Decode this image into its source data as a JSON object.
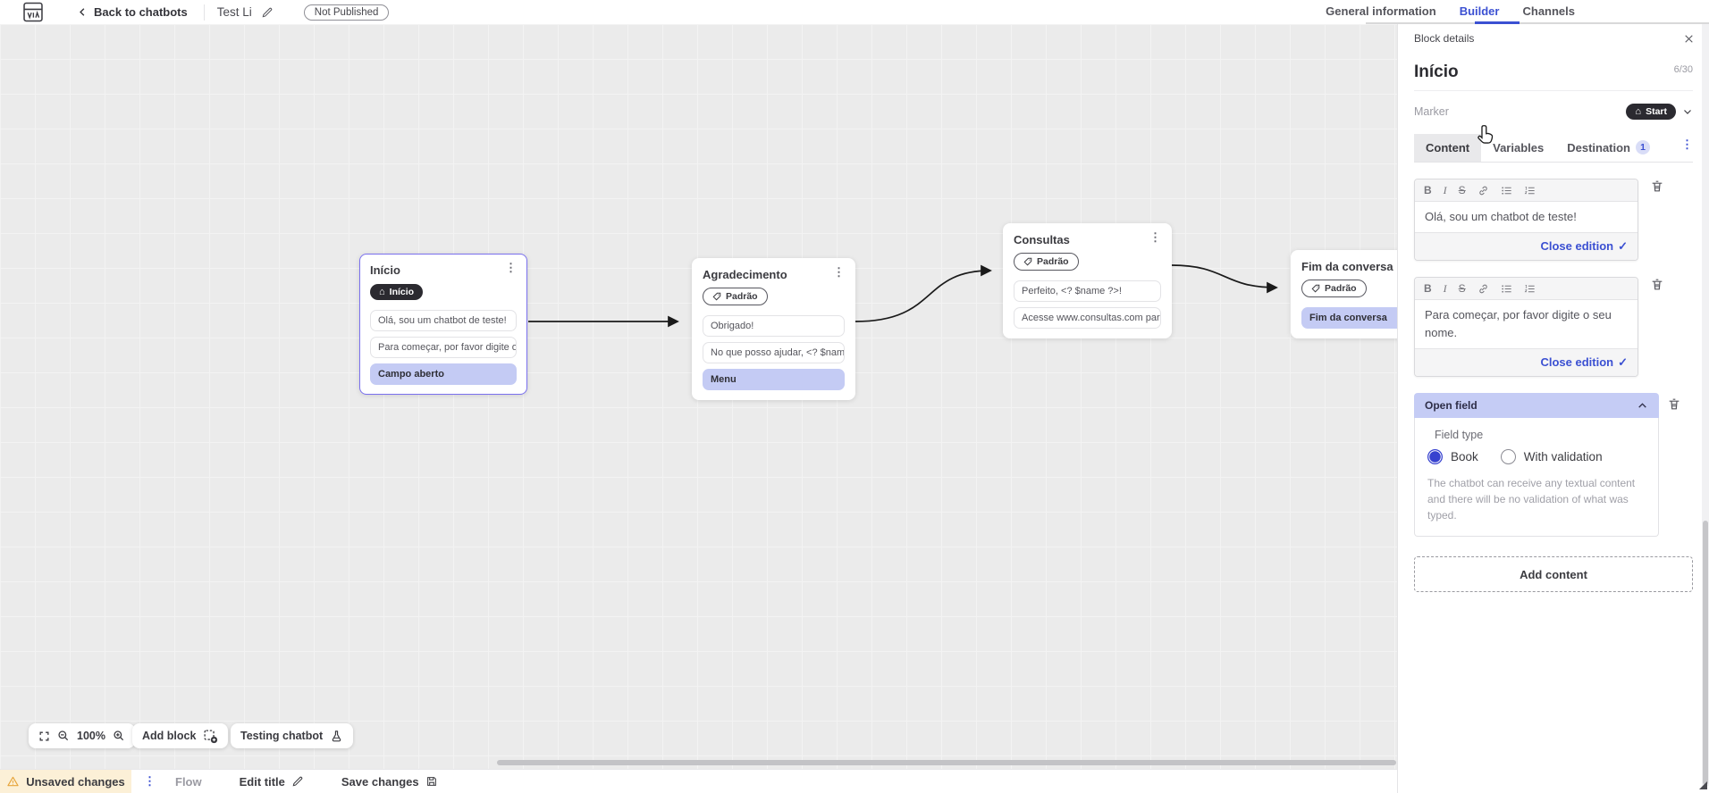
{
  "topbar": {
    "back_label": "Back to chatbots",
    "chatbot_title": "Test Li",
    "status_badge": "Not Published",
    "tabs": {
      "general": "General information",
      "builder": "Builder",
      "channels": "Channels"
    }
  },
  "canvas": {
    "blocks": [
      {
        "title": "Início",
        "marker": "Início",
        "items": [
          {
            "text": "Olá, sou um chatbot de teste!"
          },
          {
            "text": "Para começar, por favor digite o ..."
          },
          {
            "text": "Campo aberto"
          }
        ]
      },
      {
        "title": "Agradecimento",
        "marker": "Padrão",
        "items": [
          {
            "text": "Obrigado!"
          },
          {
            "text": "No que posso ajudar, <? $name ..."
          },
          {
            "text": "Menu"
          }
        ]
      },
      {
        "title": "Consultas",
        "marker": "Padrão",
        "items": [
          {
            "text": "Perfeito, <? $name ?>!"
          },
          {
            "text": "Acesse www.consultas.com par..."
          }
        ]
      },
      {
        "title": "Fim da conversa",
        "marker": "Padrão",
        "items": [
          {
            "text": "Fim da conversa"
          }
        ]
      }
    ],
    "zoom_level": "100%",
    "add_block_label": "Add block",
    "testing_chatbot_label": "Testing chatbot"
  },
  "panel": {
    "header": "Block details",
    "block_name": "Início",
    "name_counter": "6/30",
    "marker_label": "Marker",
    "marker_value": "Start",
    "tabs": {
      "content": "Content",
      "variables": "Variables",
      "destination": "Destination",
      "destination_badge": "1"
    },
    "editors": [
      {
        "text": "Olá, sou um chatbot de teste!",
        "action": "Close edition"
      },
      {
        "text": "Para começar, por favor digite o seu nome.",
        "action": "Close edition"
      }
    ],
    "open_field": {
      "title": "Open field",
      "field_type_label": "Field type",
      "option_book": "Book",
      "option_validation": "With validation",
      "description": "The chatbot can receive any textual content and there will be no validation of what was typed."
    },
    "add_content_label": "Add content"
  },
  "statusbar": {
    "unsaved_label": "Unsaved changes",
    "flow_label": "Flow",
    "edit_title_label": "Edit title",
    "save_label": "Save changes"
  },
  "colors": {
    "accent": "#3b50d2",
    "lavender": "#c4cbf4",
    "dark_pill": "#2b2a30",
    "selected_block_border": "#7a70ee",
    "warning": "#e7a53c"
  }
}
